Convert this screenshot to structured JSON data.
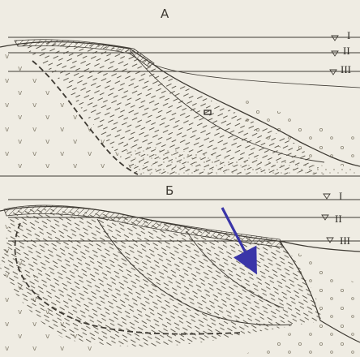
{
  "panels": [
    {
      "label": "А",
      "levels": [
        "I",
        "II",
        "III"
      ]
    },
    {
      "label": "Б",
      "levels": [
        "I",
        "II",
        "III"
      ]
    }
  ],
  "colors": {
    "paper": "#efece3",
    "ink": "#3e3a33",
    "arrow": "#3a35a8"
  },
  "icons": {
    "water_level_marker": "triangle-down",
    "highlight": "arrow"
  }
}
